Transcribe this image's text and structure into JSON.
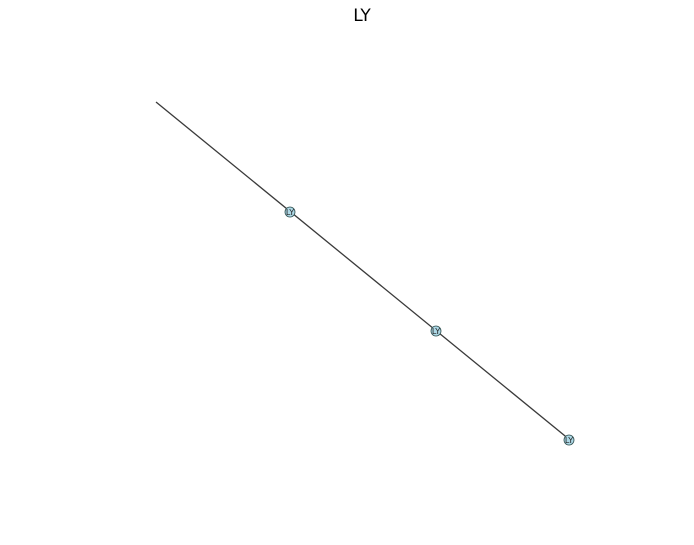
{
  "title": "LY",
  "colors": {
    "edge": "#3a3a3a",
    "node_fill": "#add8e6",
    "node_stroke": "#2f4f4f"
  },
  "nodes": [
    {
      "label": "LY"
    },
    {
      "label": "LY"
    },
    {
      "label": "LY"
    }
  ]
}
